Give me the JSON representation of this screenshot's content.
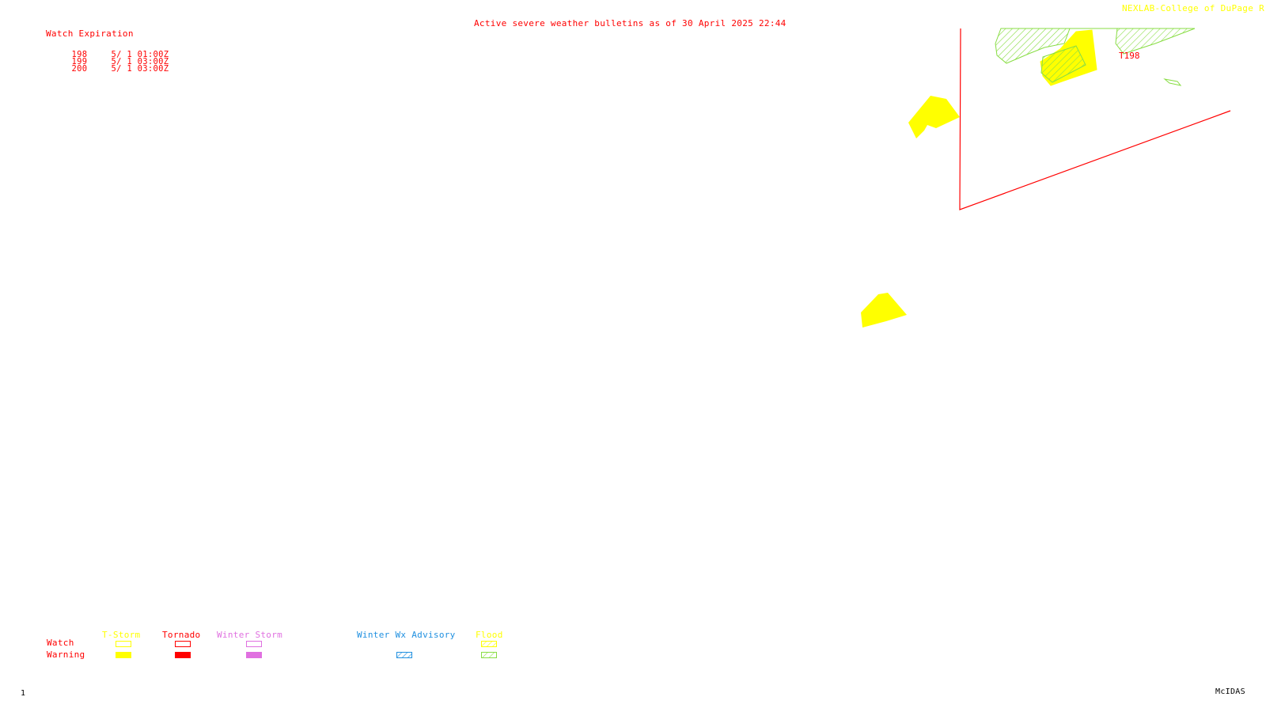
{
  "header": {
    "credit": "NEXLAB-College of DuPage R",
    "title": "Active severe weather bulletins as of 30 April 2025 22:44"
  },
  "watch_table": {
    "heading": "Watch Expiration",
    "rows": [
      {
        "number": "198",
        "expires": "5/ 1 01:00Z"
      },
      {
        "number": "199",
        "expires": "5/ 1 03:00Z"
      },
      {
        "number": "200",
        "expires": "5/ 1 03:00Z"
      }
    ]
  },
  "map": {
    "watch_label": "T198",
    "colors": {
      "tornado": "#ff0000",
      "tstorm": "#ffff00",
      "winter_storm": "#e070e0",
      "winter_wx_advisory": "#2090e0",
      "flood": "#88dd44"
    }
  },
  "legend": {
    "row_labels": {
      "watch": "Watch",
      "warning": "Warning"
    },
    "columns": [
      {
        "label": "T-Storm",
        "color": "#ffff00"
      },
      {
        "label": "Tornado",
        "color": "#ff0000"
      },
      {
        "label": "Winter Storm",
        "color": "#e070e0"
      },
      {
        "label": "Winter Wx Advisory",
        "color": "#2090e0"
      },
      {
        "label": "Flood",
        "color": "#ffff00"
      }
    ]
  },
  "footer": {
    "frame_number": "1",
    "brand": "McIDAS"
  }
}
